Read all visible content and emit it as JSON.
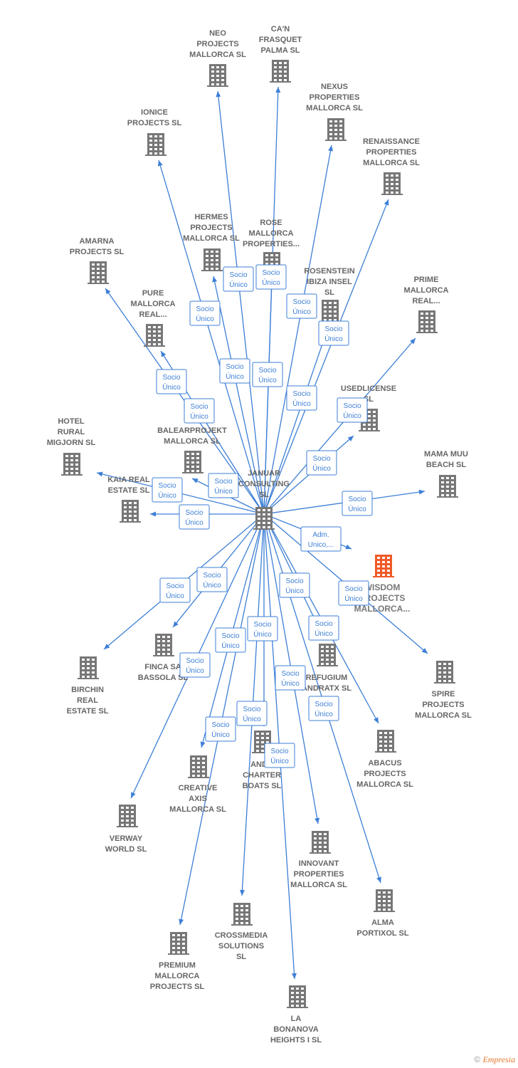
{
  "colors": {
    "edge": "#3d7fd6",
    "building": "#777777",
    "highlight": "#f05a28",
    "label": "#666666"
  },
  "center": {
    "lines": [
      "JANUAR",
      "CONSULTING",
      "SL"
    ],
    "icon": "building-icon"
  },
  "nodes": [
    {
      "id": "neo",
      "lines": [
        "NEO",
        "PROJECTS",
        "MALLORCA  SL"
      ]
    },
    {
      "id": "can",
      "lines": [
        "CA'N",
        "FRASQUET",
        "PALMA  SL"
      ]
    },
    {
      "id": "nexus",
      "lines": [
        "NEXUS",
        "PROPERTIES",
        "MALLORCA  SL"
      ]
    },
    {
      "id": "renaissance",
      "lines": [
        "RENAISSANCE",
        "PROPERTIES",
        "MALLORCA  SL"
      ]
    },
    {
      "id": "ionice",
      "lines": [
        "IONICE",
        "PROJECTS  SL"
      ]
    },
    {
      "id": "hermes",
      "lines": [
        "HERMES",
        "PROJECTS",
        "MALLORCA  SL"
      ]
    },
    {
      "id": "rose",
      "lines": [
        "ROSE",
        "MALLORCA",
        "PROPERTIES..."
      ]
    },
    {
      "id": "rosenstein",
      "lines": [
        "ROSENSTEIN",
        "IBIZA INSEL",
        "SL"
      ]
    },
    {
      "id": "amarna",
      "lines": [
        "AMARNA",
        "PROJECTS  SL"
      ]
    },
    {
      "id": "prime",
      "lines": [
        "PRIME",
        "MALLORCA",
        "REAL..."
      ]
    },
    {
      "id": "pure",
      "lines": [
        "PURE",
        "MALLORCA",
        "REAL..."
      ]
    },
    {
      "id": "usedlicense",
      "lines": [
        "USEDLICENSE",
        "SL"
      ]
    },
    {
      "id": "balear",
      "lines": [
        "BALEARPROJEKT",
        "MALLORCA  SL"
      ]
    },
    {
      "id": "hotel",
      "lines": [
        "HOTEL",
        "RURAL",
        "MIGJORN  SL"
      ]
    },
    {
      "id": "mama",
      "lines": [
        "MAMA MUU",
        "BEACH  SL"
      ]
    },
    {
      "id": "kaia",
      "lines": [
        "KAIA REAL",
        "ESTATE  SL"
      ]
    },
    {
      "id": "wisdom",
      "lines": [
        "WISDOM",
        "PROJECTS",
        "MALLORCA..."
      ]
    },
    {
      "id": "spire",
      "lines": [
        "SPIRE",
        "PROJECTS",
        "MALLORCA  SL"
      ]
    },
    {
      "id": "finca",
      "lines": [
        "FINCA SA",
        "BASSOLA  SL"
      ]
    },
    {
      "id": "birchin",
      "lines": [
        "BIRCHIN",
        "REAL",
        "ESTATE  SL"
      ]
    },
    {
      "id": "refugium",
      "lines": [
        "REFUGIUM",
        "ANDRATX  SL"
      ]
    },
    {
      "id": "abacus",
      "lines": [
        "ABACUS",
        "PROJECTS",
        "MALLORCA  SL"
      ]
    },
    {
      "id": "andr",
      "lines": [
        "ANDR",
        "CHARTER",
        "BOATS  SL"
      ]
    },
    {
      "id": "creative",
      "lines": [
        "CREATIVE",
        "AXIS",
        "MALLORCA  SL"
      ]
    },
    {
      "id": "verway",
      "lines": [
        "VERWAY",
        "WORLD  SL"
      ]
    },
    {
      "id": "innovant",
      "lines": [
        "INNOVANT",
        "PROPERTIES",
        "MALLORCA  SL"
      ]
    },
    {
      "id": "alma",
      "lines": [
        "ALMA",
        "PORTIXOL  SL"
      ]
    },
    {
      "id": "crossmedia",
      "lines": [
        "CROSSMEDIA",
        "SOLUTIONS",
        "SL"
      ]
    },
    {
      "id": "premium",
      "lines": [
        "PREMIUM",
        "MALLORCA",
        "PROJECTS  SL"
      ]
    },
    {
      "id": "labonanova",
      "lines": [
        "LA",
        "BONANOVA",
        "HEIGHTS I  SL"
      ]
    }
  ],
  "relations": [
    {
      "target": "neo",
      "lines": [
        "Socio",
        "Único"
      ]
    },
    {
      "target": "can",
      "lines": [
        "Socio",
        "Único"
      ]
    },
    {
      "target": "nexus",
      "lines": [
        "Socio",
        "Único"
      ]
    },
    {
      "target": "renaissance",
      "lines": [
        "Socio",
        "Único"
      ]
    },
    {
      "target": "ionice",
      "lines": [
        "Socio",
        "Único"
      ]
    },
    {
      "target": "hermes",
      "lines": [
        "Socio",
        "Único"
      ]
    },
    {
      "target": "rose",
      "lines": [
        "Socio",
        "Único"
      ]
    },
    {
      "target": "rosenstein",
      "lines": [
        "Socio",
        "Único"
      ]
    },
    {
      "target": "amarna",
      "lines": [
        "Socio",
        "Único"
      ]
    },
    {
      "target": "prime",
      "lines": [
        "Socio",
        "Único"
      ]
    },
    {
      "target": "pure",
      "lines": [
        "Socio",
        "Único"
      ]
    },
    {
      "target": "usedlicense",
      "lines": [
        "Socio",
        "Único"
      ]
    },
    {
      "target": "balear",
      "lines": [
        "Socio",
        "Único"
      ]
    },
    {
      "target": "hotel",
      "lines": [
        "Socio",
        "Único"
      ]
    },
    {
      "target": "mama",
      "lines": [
        "Socio",
        "Único"
      ]
    },
    {
      "target": "kaia",
      "lines": [
        "Socio",
        "Único"
      ]
    },
    {
      "target": "wisdom",
      "lines": [
        "Adm.",
        "Unico,..."
      ]
    },
    {
      "target": "spire",
      "lines": [
        "Socio",
        "Único"
      ]
    },
    {
      "target": "finca",
      "lines": [
        "Socio",
        "Único"
      ]
    },
    {
      "target": "birchin",
      "lines": [
        "Socio",
        "Único"
      ]
    },
    {
      "target": "refugium",
      "lines": [
        "Socio",
        "Único"
      ]
    },
    {
      "target": "abacus",
      "lines": [
        "Socio",
        "Único"
      ]
    },
    {
      "target": "andr",
      "lines": [
        "Socio",
        "Único"
      ]
    },
    {
      "target": "creative",
      "lines": [
        "Socio",
        "Único"
      ]
    },
    {
      "target": "verway",
      "lines": [
        "Socio",
        "Único"
      ]
    },
    {
      "target": "innovant",
      "lines": [
        "Socio",
        "Único"
      ]
    },
    {
      "target": "alma",
      "lines": [
        "Socio",
        "Único"
      ]
    },
    {
      "target": "crossmedia",
      "lines": [
        "Socio",
        "Único"
      ]
    },
    {
      "target": "premium",
      "lines": [
        "Socio",
        "Único"
      ]
    },
    {
      "target": "labonanova",
      "lines": [
        "Socio",
        "Único"
      ]
    }
  ],
  "footer": {
    "copyright": "©",
    "brand": "Empresia"
  }
}
